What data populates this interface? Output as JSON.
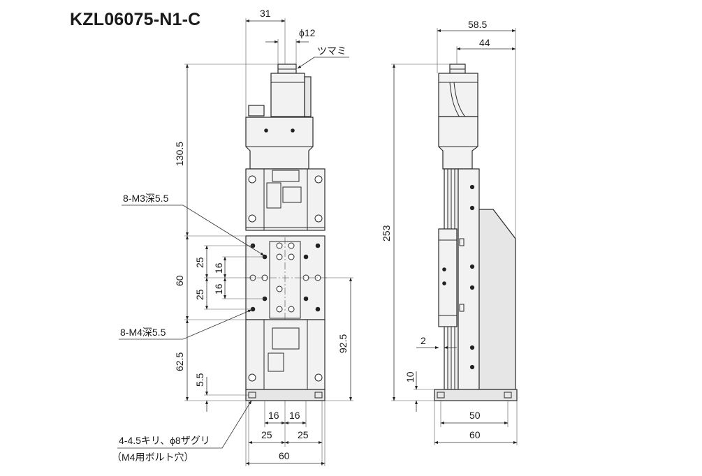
{
  "title": "KZL06075-N1-C",
  "front_view": {
    "dim_top_width": "31",
    "dim_knob_dia": "ϕ12",
    "knob_label": "ツマミ",
    "dim_height_upper": "130.5",
    "dim_block_height": "60",
    "dim_hole_pitch_outer_top": "25",
    "dim_hole_pitch_outer_bottom": "25",
    "dim_hole_pitch_inner_top": "16",
    "dim_hole_pitch_inner_bottom": "16",
    "dim_lower_height": "62.5",
    "dim_base_small": "5.5",
    "dim_center_height": "92.5",
    "label_m3": "8-M3深5.5",
    "label_m4": "8-M4深5.5",
    "dim_bottom_inner_left": "16",
    "dim_bottom_inner_right": "16",
    "dim_bottom_outer_left": "25",
    "dim_bottom_outer_right": "25",
    "dim_bottom_total": "60",
    "label_holes_line1": "4-4.5キリ、ϕ8ザグリ",
    "label_holes_line2": "（M4用ボルト穴）"
  },
  "side_view": {
    "dim_top_total": "58.5",
    "dim_top_inner": "44",
    "dim_total_height": "253",
    "dim_small_offset": "2",
    "dim_base_height": "10",
    "dim_bottom_inner": "50",
    "dim_bottom_total": "60"
  }
}
